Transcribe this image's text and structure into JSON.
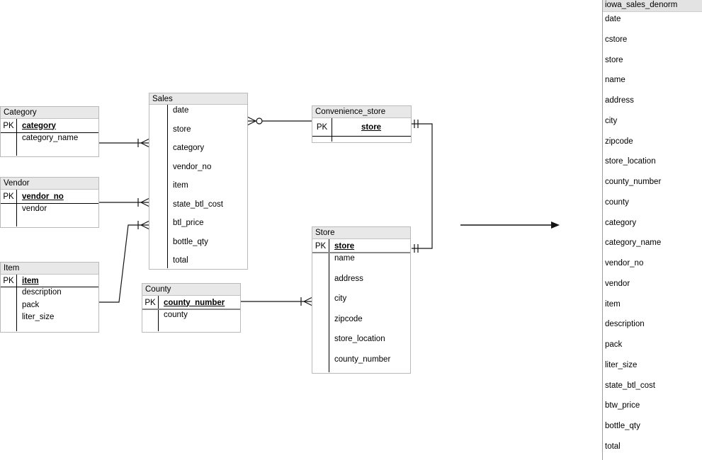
{
  "diagram": {
    "pk_label": "PK",
    "tables": [
      {
        "name": "Category",
        "pk": [
          "category"
        ],
        "fields": [
          "category_name"
        ]
      },
      {
        "name": "Vendor",
        "pk": [
          "vendor_no"
        ],
        "fields": [
          "vendor"
        ]
      },
      {
        "name": "Item",
        "pk": [
          "item"
        ],
        "fields": [
          "description",
          "pack",
          "liter_size"
        ]
      },
      {
        "name": "Sales",
        "pk": [],
        "fields": [
          "date",
          "store",
          "category",
          "vendor_no",
          "item",
          "state_btl_cost",
          "btl_price",
          "bottle_qty",
          "total"
        ]
      },
      {
        "name": "County",
        "pk": [
          "county_number"
        ],
        "fields": [
          "county"
        ]
      },
      {
        "name": "Convenience_store",
        "pk": [
          "store"
        ],
        "fields": []
      },
      {
        "name": "Store",
        "pk": [
          "store"
        ],
        "fields": [
          "name",
          "address",
          "city",
          "zipcode",
          "store_location",
          "county_number"
        ]
      }
    ],
    "relationships": [
      {
        "from": "Category",
        "to": "Sales",
        "from_card": "one",
        "to_card": "one-many"
      },
      {
        "from": "Vendor",
        "to": "Sales",
        "from_card": "one",
        "to_card": "one-many"
      },
      {
        "from": "Item",
        "to": "Sales",
        "from_card": "one",
        "to_card": "one-many"
      },
      {
        "from": "Convenience_store",
        "to": "Sales",
        "from_card": "one",
        "to_card": "zero-many"
      },
      {
        "from": "Convenience_store",
        "to": "Store",
        "from_card": "one-one",
        "to_card": "one-one"
      },
      {
        "from": "County",
        "to": "Store",
        "from_card": "one",
        "to_card": "one-many"
      }
    ],
    "flow_arrow": {
      "from": "er-model",
      "to": "iowa_sales_denorm"
    }
  },
  "denorm": {
    "title": "iowa_sales_denorm",
    "fields": [
      "date",
      "cstore",
      "store",
      "name",
      "address",
      "city",
      "zipcode",
      "store_location",
      "county_number",
      "county",
      "category",
      "category_name",
      "vendor_no",
      "vendor",
      "item",
      "description",
      "pack",
      "liter_size",
      "state_btl_cost",
      "btw_price",
      "bottle_qty",
      "total"
    ]
  },
  "colors": {
    "header_bg": "#e8e8e8",
    "box_border": "#b9b9b9",
    "line": "#141414",
    "pk_divider_thick": "#8a8a8a"
  }
}
